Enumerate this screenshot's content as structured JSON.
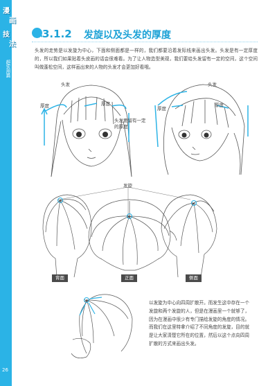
{
  "sidebar": {
    "logo_chars": [
      "漫",
      "画",
      "技",
      "法"
    ],
    "subtitle": "超实用篇",
    "page_number": "26"
  },
  "section": {
    "number": "3.1.2",
    "title": "发旋以及头发的厚度"
  },
  "intro_text": "头发的走势是以发旋为中心，下面和侧面都是一样的，我们都要沿着发际线来画出头发。头发是有一定厚度的，所以我们如果贴着头皮画的话会很难看。为了让人物造型美观，我们要给头发留有一定的空间，这个空间叫做蓬松空间，这样画出来的人物的头发才会更加好看哦。",
  "labels": {
    "hair_top": "头发",
    "thickness": "厚度",
    "keep_thickness": "头发要留有一定\n的厚度",
    "whorl": "发旋"
  },
  "captions": [
    "背面",
    "正面",
    "侧面"
  ],
  "bottom_text": "以发旋为中心向四周扩散开。而发生这中存在一个发旋和两个发旋的人，但是在漫画里一个就够了，因为在漫画中很少有专门描绘发旋的角度的情况。而我们在这里特拿介绍了不同角度的发旋，目的就是让大家清楚它所在的位置，然后以这个点向四周扩散的方式来画出头发。",
  "colors": {
    "accent": "#2bb3e6",
    "accent_dark": "#1da2d6",
    "caption_bg": "#4a4a4a"
  }
}
